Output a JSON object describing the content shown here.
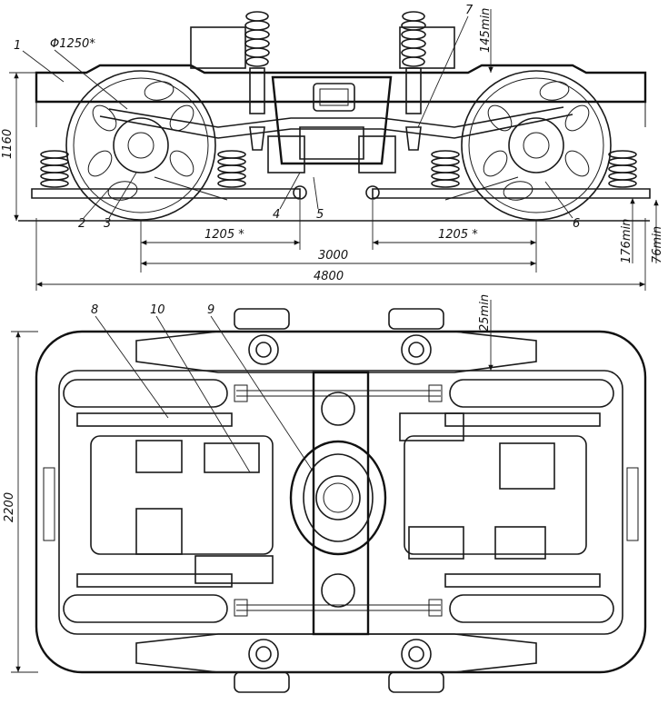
{
  "labels": {
    "side_dimensions": {
      "d_wheel": "Φ1250*",
      "h_total": "1160",
      "min_145": "145min",
      "min_176": "176min",
      "min_76": "76min",
      "base_1205_left": "1205 *",
      "base_1205_right": "1205 *",
      "base_3000": "3000",
      "len_4800": "4800"
    },
    "plan_dimensions": {
      "width_2200": "2200",
      "min_25": "25min"
    },
    "callouts": {
      "n1": "1",
      "n2": "2",
      "n3": "3",
      "n4": "4",
      "n5": "5",
      "n6": "6",
      "n7": "7",
      "n8": "8",
      "n9": "9",
      "n10": "10"
    }
  }
}
